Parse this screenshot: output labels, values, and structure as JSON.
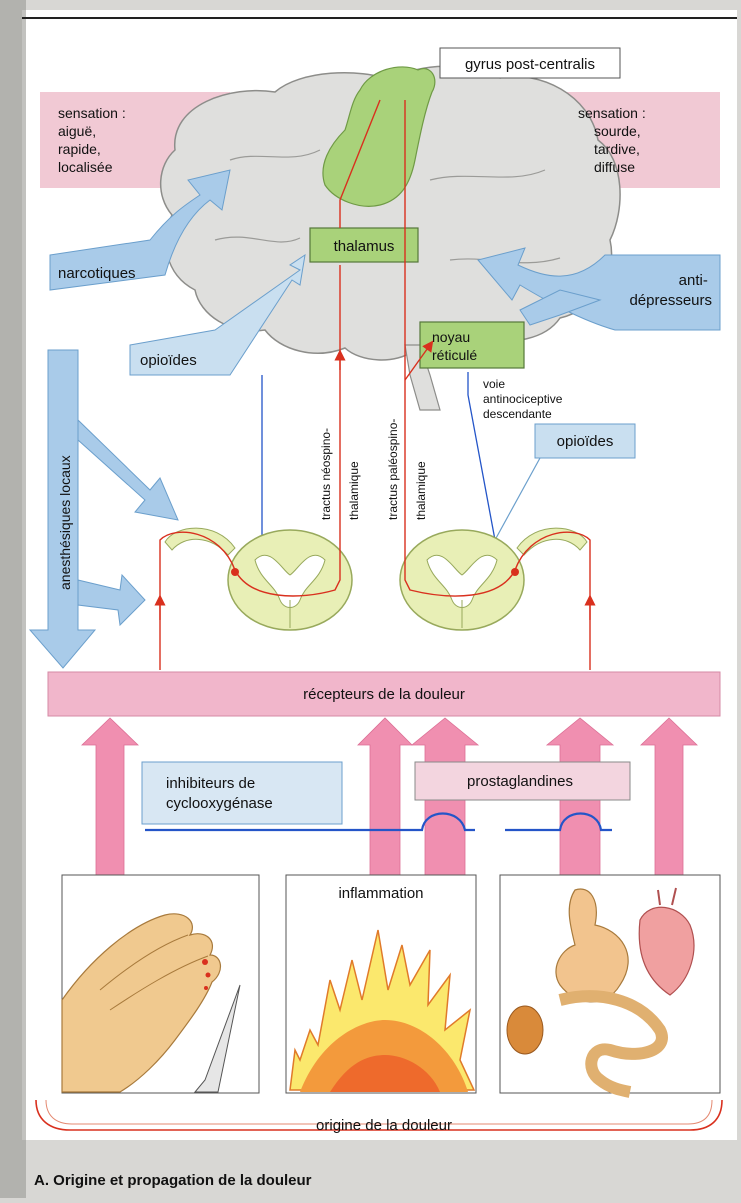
{
  "labels": {
    "gyrus": "gyrus post-centralis",
    "sensation_left": [
      "sensation :",
      "aiguë,",
      "rapide,",
      "localisée"
    ],
    "sensation_right": [
      "sensation :",
      "sourde,",
      "tardive,",
      "diffuse"
    ],
    "thalamus": "thalamus",
    "narcotiques": "narcotiques",
    "antidepresseurs": [
      "anti-",
      "dépresseurs"
    ],
    "opioides_left": "opioïdes",
    "opioides_right": "opioïdes",
    "noyau": [
      "noyau",
      "réticulé"
    ],
    "voie": [
      "voie",
      "antinociceptive",
      "descendante"
    ],
    "anesthesiques": "anesthésiques locaux",
    "tractus_neo": [
      "tractus néospino-",
      "thalamique"
    ],
    "tractus_paleo": [
      "tractus paléospino-",
      "thalamique"
    ],
    "recepteurs": "récepteurs de la douleur",
    "inhibiteurs": [
      "inhibiteurs de",
      "cyclooxygénase"
    ],
    "prostaglandines": "prostaglandines",
    "inflammation": "inflammation",
    "origine": "origine de la douleur",
    "caption": "A. Origine et propagation de la douleur"
  },
  "colors": {
    "brain": "#dfdfdd",
    "cortex_green": "#a9d27a",
    "pink": "#f1b6cb",
    "pink_arrow": "#f08fb0",
    "blue_panel": "#c9dff0",
    "blue_arrow": "#a9cbe9",
    "red_line": "#d9301e",
    "blue_line": "#2455c8"
  }
}
